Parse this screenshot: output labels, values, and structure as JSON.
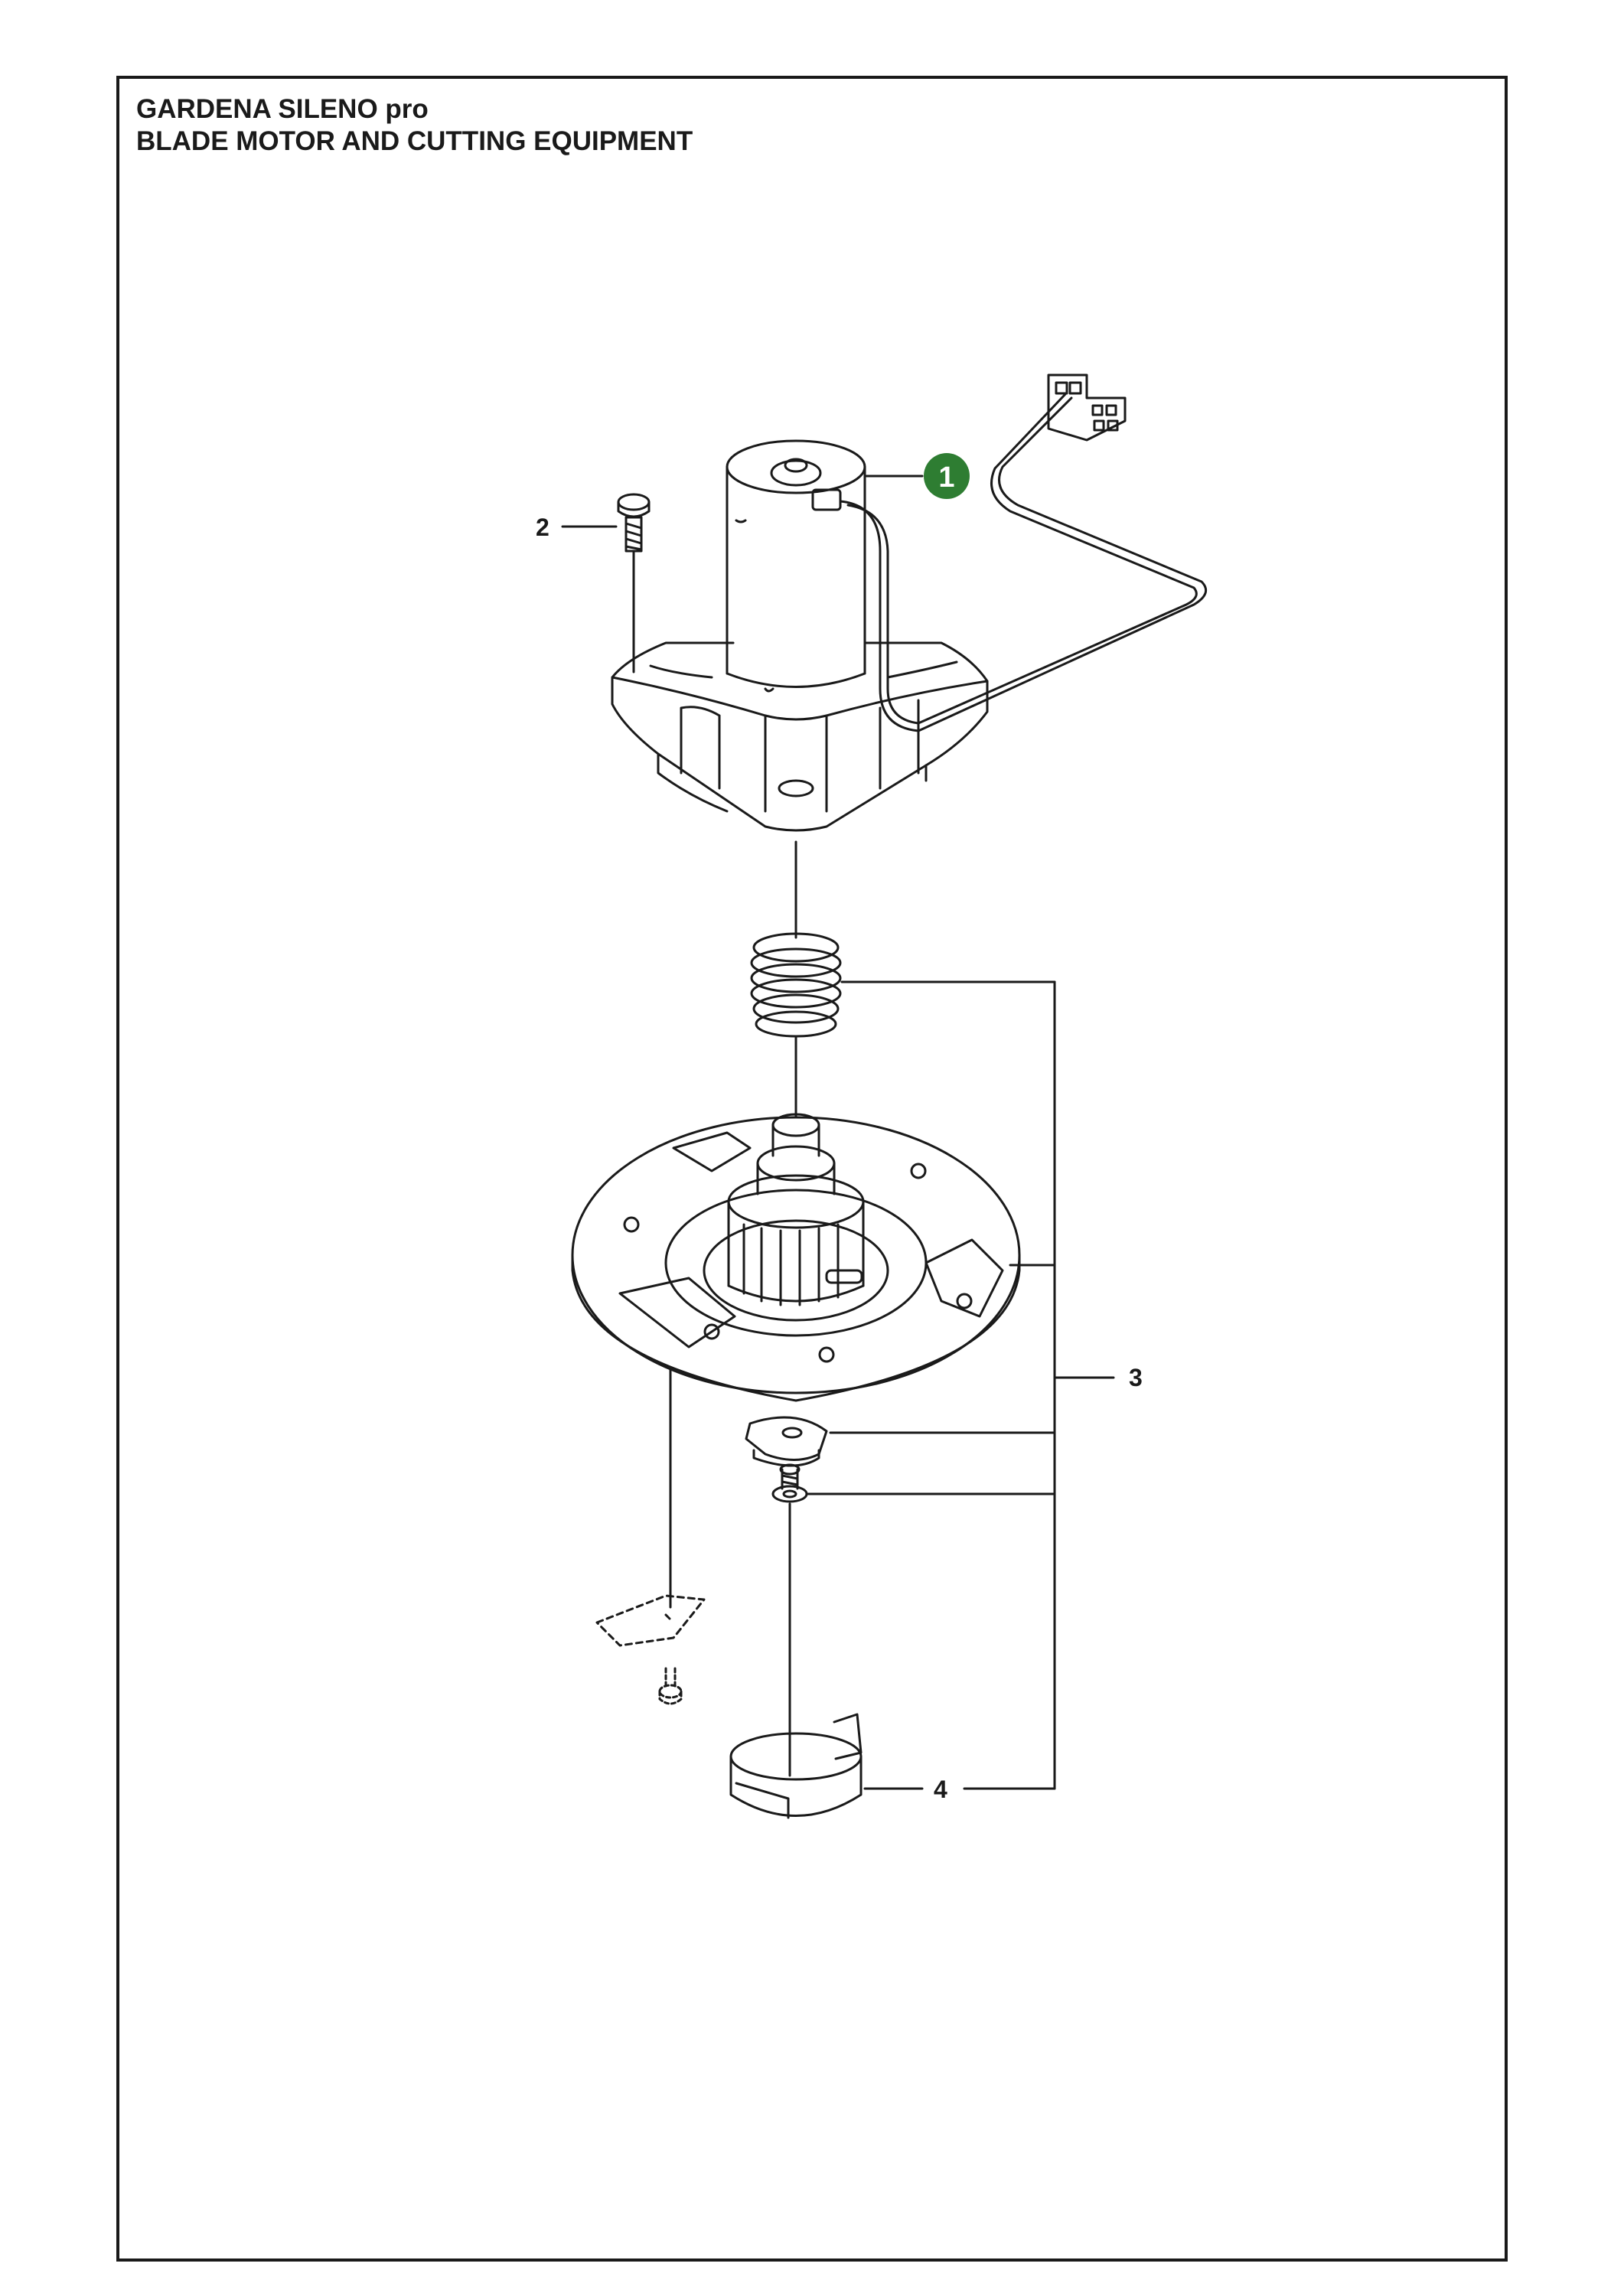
{
  "header": {
    "line1": "GARDENA SILENO pro",
    "line2": "BLADE MOTOR AND CUTTING EQUIPMENT"
  },
  "callouts": {
    "part1": "1",
    "part2": "2",
    "part3": "3",
    "part4": "4"
  },
  "colors": {
    "highlight_badge": "#2e7d32",
    "line": "#1a1a1a"
  }
}
